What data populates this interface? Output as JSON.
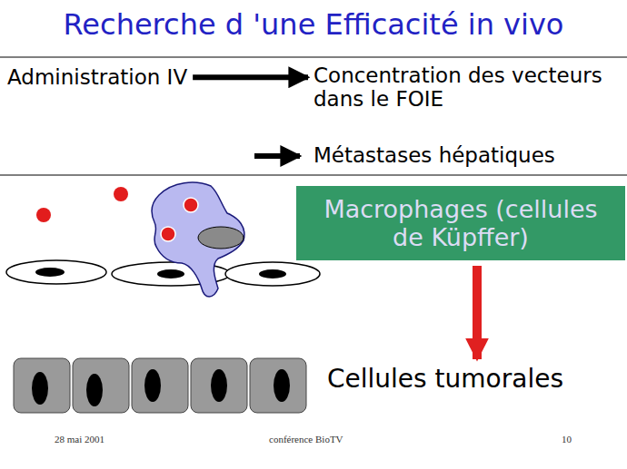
{
  "diagram": {
    "title": "Recherche d 'une Efficacité in vivo",
    "nodes": [
      {
        "text": [
          "Administration IV"
        ]
      },
      {
        "text": [
          "Concentration des vecteurs dans le FOIE"
        ]
      },
      {
        "text": [
          "Métastases hépatiques"
        ]
      },
      {
        "text": [
          "Macrophages (cellules de Küpffer)"
        ]
      },
      {
        "text": [
          "Cellules tumorales"
        ]
      }
    ],
    "edges": [
      {
        "from": 0,
        "to": 1,
        "arrow": "to"
      },
      {
        "from": 3,
        "to": 4,
        "arrow": "to"
      }
    ],
    "labels": [
      "28 mai 2001",
      "conférence BioTV",
      "10"
    ]
  }
}
